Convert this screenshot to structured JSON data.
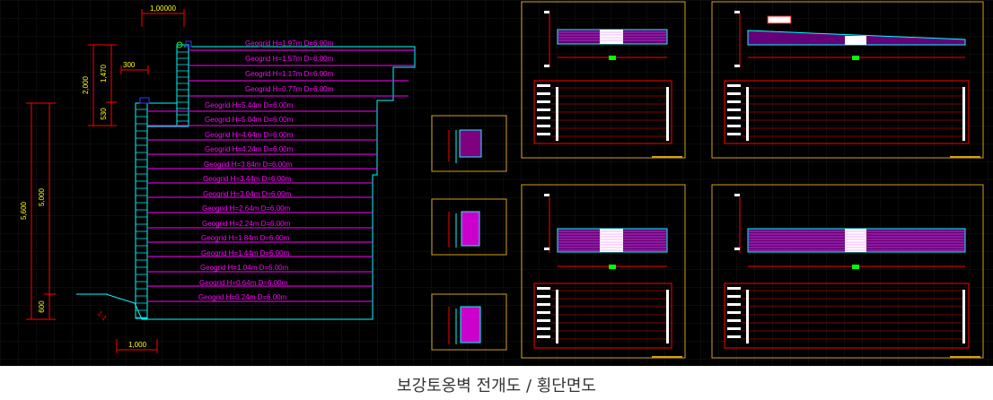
{
  "caption": "보강토옹벽 전개도 / 횡단면도",
  "dims": {
    "top_width": "1,000",
    "top_width_overlap": "00",
    "step": "300",
    "d2000": "2,000",
    "d1470": "1,470",
    "d530": "530",
    "d5600": "5,600",
    "d5000": "5,000",
    "d600": "600",
    "bottom_width": "1,000",
    "slope": "1:1"
  },
  "geogrid_upper": [
    "Geogrid H=1.97m D=6.00m",
    "Geogrid H=1.57m D=6.00m",
    "Geogrid H=1.17m D=6.00m",
    "Geogrid H=0.77m D=6.00m"
  ],
  "geogrid_lower": [
    "Geogrid H=5.44m D=6.00m",
    "Geogrid H=5.04m D=6.00m",
    "Geogrid H=4.64m D=6.00m",
    "Geogrid H=4.24m D=6.00m",
    "Geogrid H=3.84m D=6.00m",
    "Geogrid H=3.44m D=6.00m",
    "Geogrid H=3.04m D=6.00m",
    "Geogrid H=2.64m D=6.00m",
    "Geogrid H=2.24m D=6.00m",
    "Geogrid H=1.84m D=6.00m",
    "Geogrid H=1.44m D=6.00m",
    "Geogrid H=1.04m D=6.00m",
    "Geogrid H=0.64m D=6.00m",
    "Geogrid H=0.24m D=6.00m"
  ],
  "colors": {
    "background": "#000000",
    "geogrid": "#ff00ff",
    "dimension": "#ff0000",
    "dimension_text": "#ffff00",
    "wall": "#00ffff",
    "ground": "#00ff00",
    "frame": "#d4a017",
    "grid": "#1a1a1a"
  }
}
